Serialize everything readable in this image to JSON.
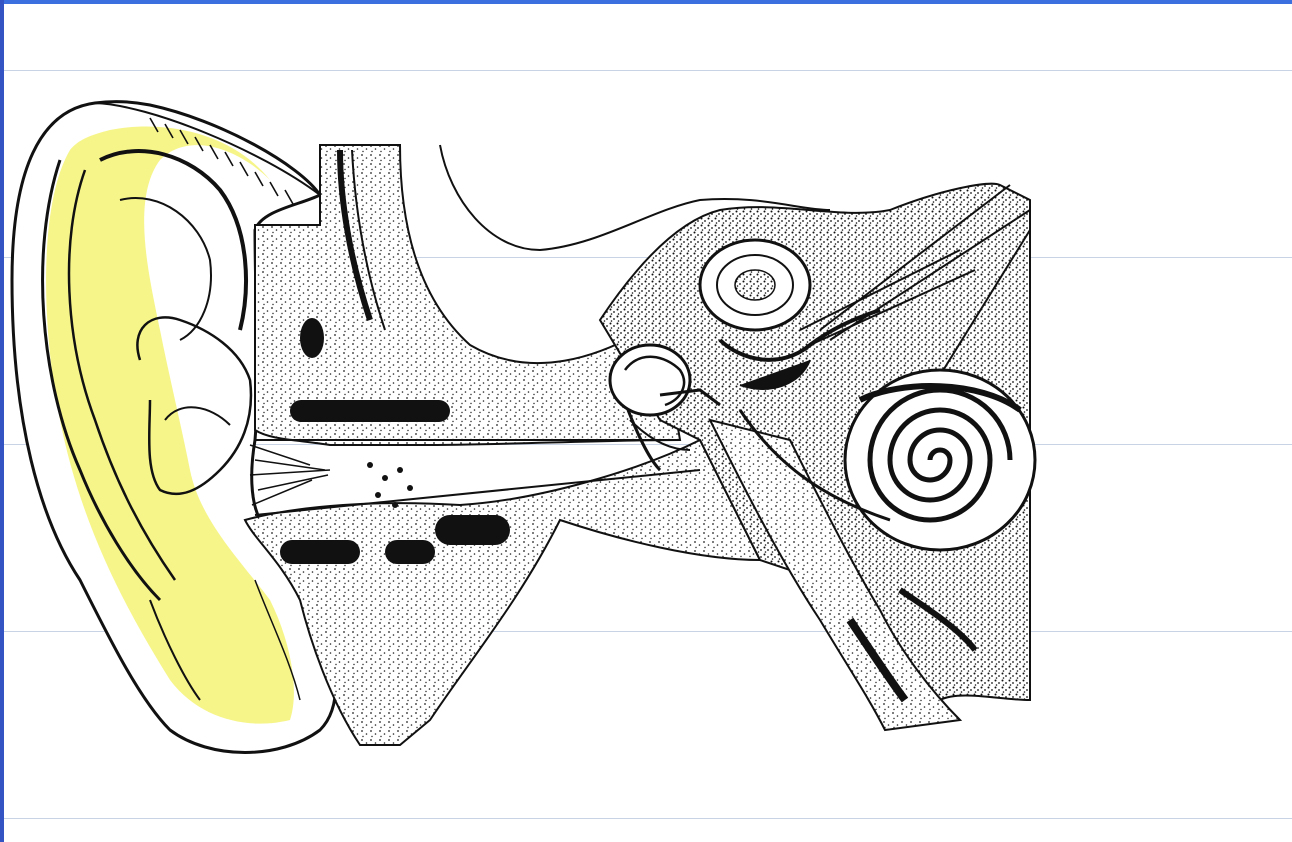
{
  "slide": {
    "accent_color": "#3b6fe0",
    "rule_color": "#c9d3e6"
  },
  "diagram": {
    "subject": "ear-anatomy-cross-section",
    "icons": [
      "auricle",
      "ear-canal",
      "eardrum",
      "ossicles",
      "semicircular-canals",
      "cochlea",
      "eustachian-tube"
    ],
    "highlight_color": "#f6f58a"
  }
}
